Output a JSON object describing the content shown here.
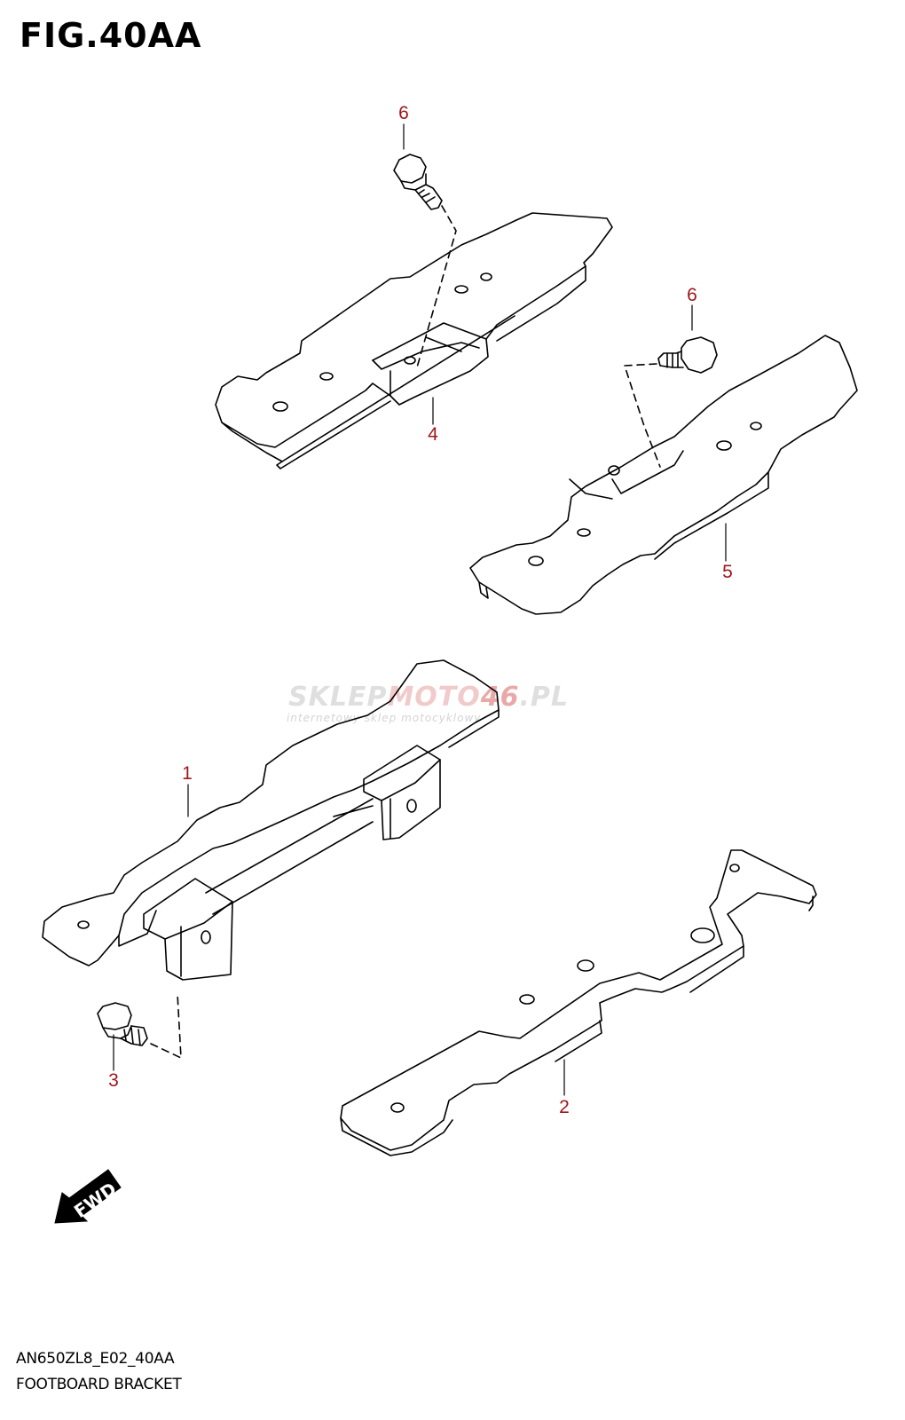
{
  "figure": {
    "title": "FIG.40AA"
  },
  "watermark": {
    "brand_left": "SKLEP",
    "brand_mid": "MOTO",
    "brand_num": "46",
    "brand_tld": ".PL",
    "tagline": "internetowy sklep motocyklowy",
    "accent_color": "#e8a0a0"
  },
  "callouts": [
    {
      "id": "c6a",
      "label": "6"
    },
    {
      "id": "c4",
      "label": "4"
    },
    {
      "id": "c6b",
      "label": "6"
    },
    {
      "id": "c5",
      "label": "5"
    },
    {
      "id": "c1",
      "label": "1"
    },
    {
      "id": "c3",
      "label": "3"
    },
    {
      "id": "c2",
      "label": "2"
    }
  ],
  "direction_marker": {
    "label": "FWD"
  },
  "footer": {
    "code": "AN650ZL8_E02_40AA",
    "name": "FOOTBOARD BRACKET"
  },
  "colors": {
    "callout": "#a0161b",
    "line": "#000000"
  }
}
